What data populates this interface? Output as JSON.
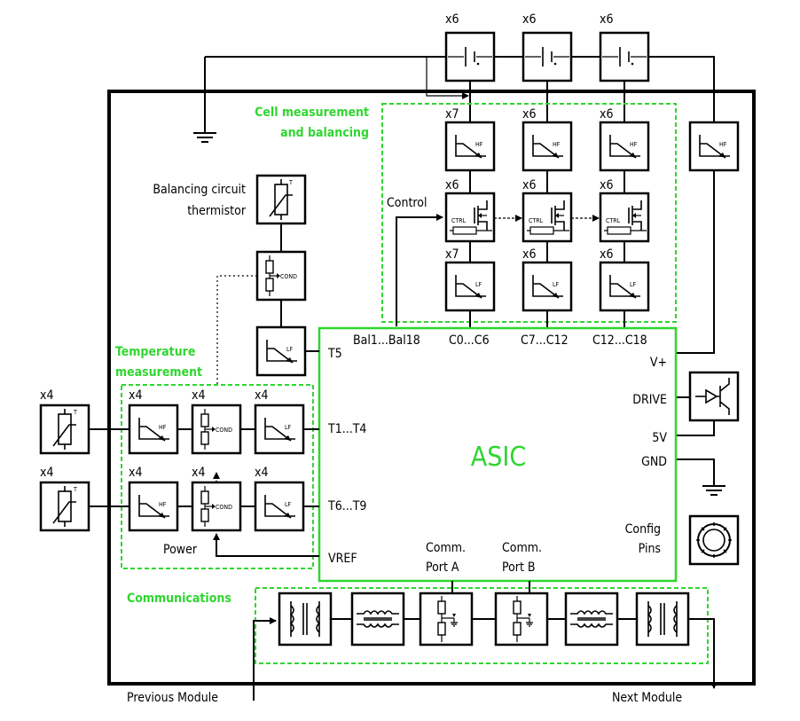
{
  "multipliers": {
    "bat1": "x6",
    "bat2": "x6",
    "bat3": "x6",
    "hf1": "x7",
    "hf2": "x6",
    "hf3": "x6",
    "ctrl1": "x6",
    "ctrl2": "x6",
    "ctrl3": "x6",
    "lf1": "x7",
    "lf2": "x6",
    "lf3": "x6",
    "therm_ext1": "x4",
    "therm_ext2": "x4",
    "temp_hf1": "x4",
    "temp_cond1": "x4",
    "temp_lf1": "x4",
    "temp_hf2": "x4",
    "temp_cond2": "x4",
    "temp_lf2": "x4"
  },
  "groups": {
    "cell_line1": "Cell measurement",
    "cell_line2": "and balancing",
    "temp_line1": "Temperature",
    "temp_line2": "measurement",
    "comm": "Communications"
  },
  "labels": {
    "balancing_line1": "Balancing circuit",
    "balancing_line2": "thermistor",
    "control": "Control",
    "power": "Power",
    "prev_module": "Previous Module",
    "next_module": "Next Module"
  },
  "asic": {
    "title": "ASIC",
    "pins": {
      "bal": "Bal1...Bal18",
      "c_a": "C0...C6",
      "c_b": "C7...C12",
      "c_c": "C12...C18",
      "t5": "T5",
      "t1_t4": "T1...T4",
      "t6_t9": "T6...T9",
      "vref": "VREF",
      "vplus": "V+",
      "drive": "DRIVE",
      "five_v": "5V",
      "gnd": "GND",
      "config_1": "Config",
      "config_2": "Pins",
      "comm_a_1": "Comm.",
      "comm_a_2": "Port A",
      "comm_b_1": "Comm.",
      "comm_b_2": "Port B"
    }
  },
  "block_text": {
    "hf": "HF",
    "lf": "LF",
    "cond": "COND",
    "ctrl": "CTRL",
    "therm_t": "T"
  },
  "colors": {
    "accent_green": "#2fd62f",
    "line": "#000000"
  }
}
